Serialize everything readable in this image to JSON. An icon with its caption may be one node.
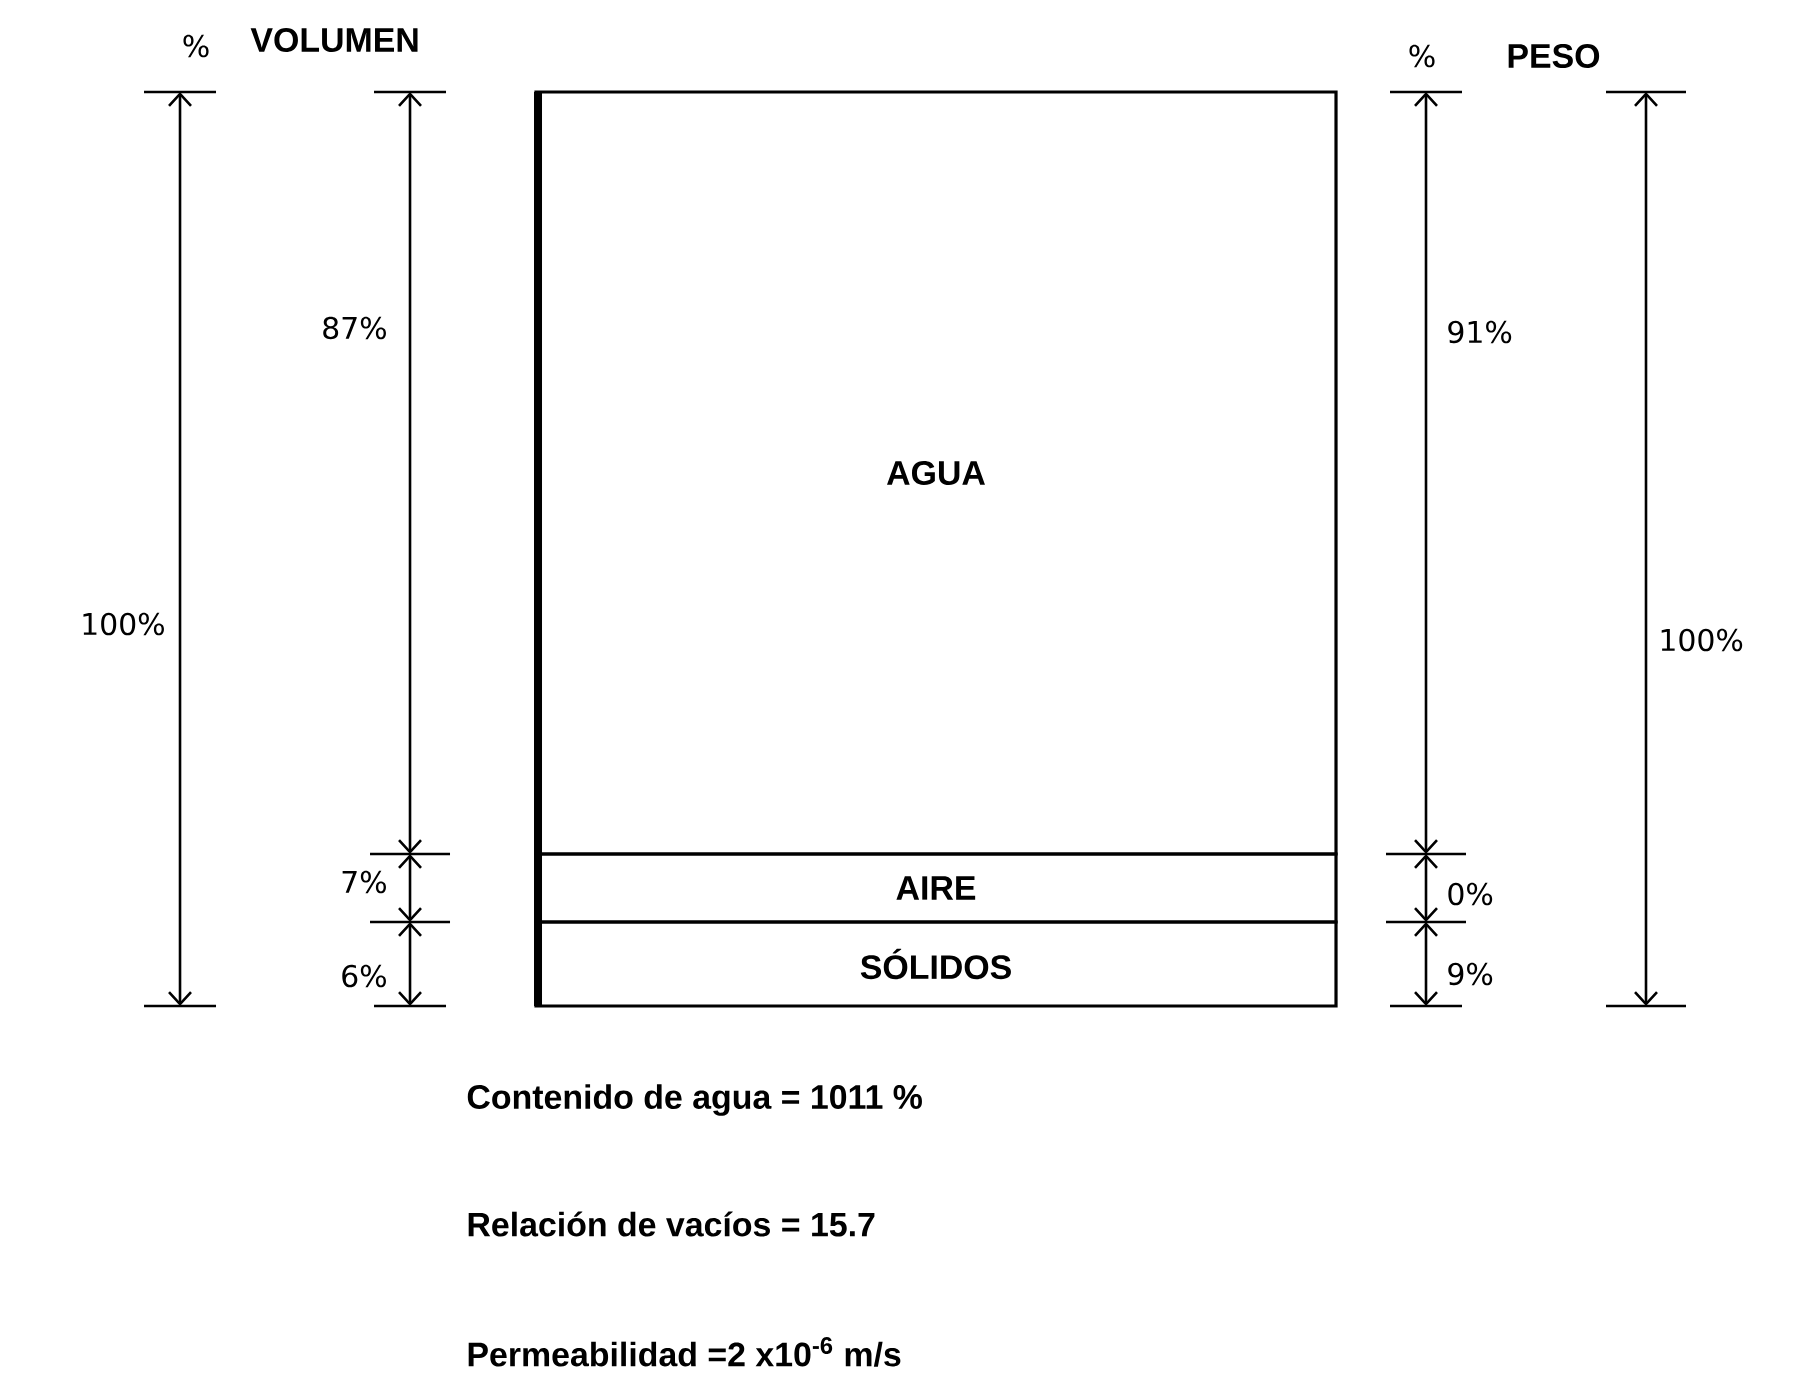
{
  "diagram": {
    "nodes": [
      {
        "text": [
          "AGUA"
        ]
      },
      {
        "text": [
          "AIRE"
        ]
      },
      {
        "text": [
          "SÓLIDOS"
        ]
      }
    ],
    "labels": [
      "%",
      "VOLUMEN",
      "%",
      "PESO",
      "87%",
      "91%",
      "100%",
      "100%",
      "7%",
      "0%",
      "6%",
      "9%",
      "Contenido de agua = 1011 %",
      "Relación de vacíos = 15.7",
      "Permeabilidad =2 x10$^{-6}$ m/s"
    ]
  }
}
